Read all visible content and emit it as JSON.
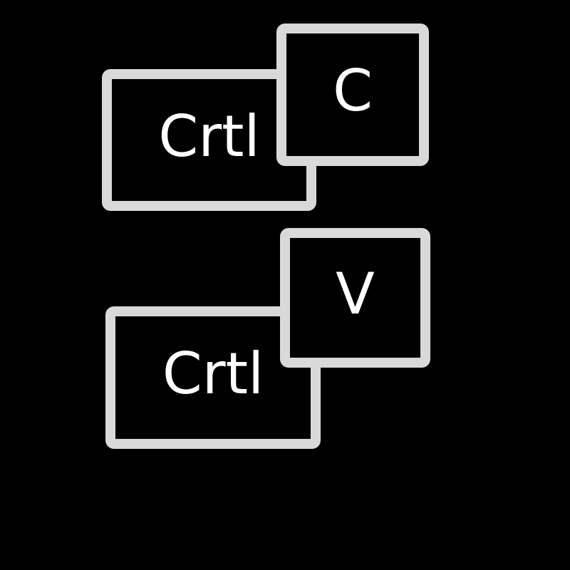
{
  "illustration": {
    "background_color": "#000000",
    "key_style": {
      "border_color": "#d9d9d9",
      "fill_color": "#000000",
      "text_color": "#ffffff"
    },
    "shortcuts": [
      {
        "id": "copy",
        "modifier_key_label": "Crtl",
        "letter_key_label": "C"
      },
      {
        "id": "paste",
        "modifier_key_label": "Crtl",
        "letter_key_label": "V"
      }
    ]
  }
}
